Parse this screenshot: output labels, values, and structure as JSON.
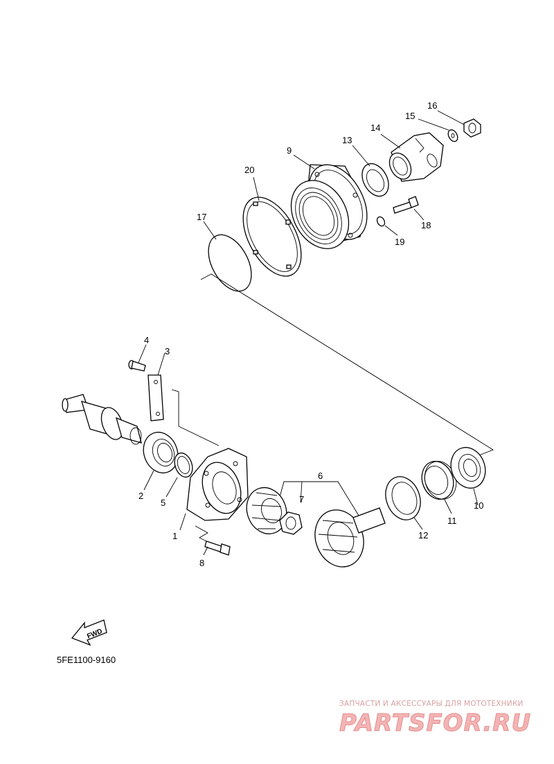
{
  "diagram": {
    "part_labels": [
      "1",
      "2",
      "3",
      "4",
      "5",
      "6",
      "7",
      "8",
      "9",
      "10",
      "11",
      "12",
      "13",
      "14",
      "15",
      "16",
      "17",
      "18",
      "19",
      "20"
    ],
    "fwd_label": "FWD",
    "code": "5FE1100-9160",
    "watermark": {
      "subtitle": "ЗАПЧАСТИ И АКСЕССУАРЫ ДЛЯ МОТОТЕХНИКИ",
      "brand": "PARTSFOR.RU",
      "color": "#e58e8e"
    }
  }
}
